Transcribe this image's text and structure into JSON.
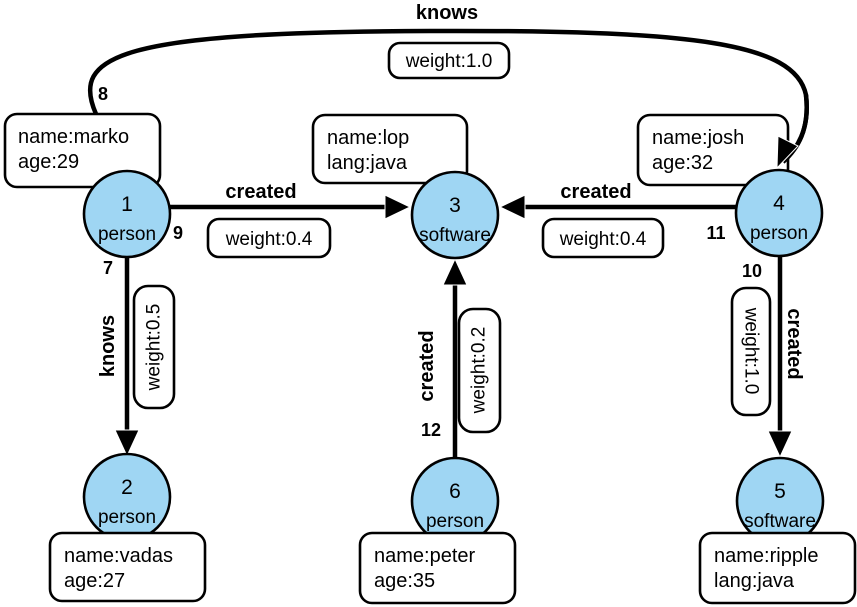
{
  "diagram": {
    "title_hint": "property graph",
    "colors": {
      "vertex_fill": "#9FD6F3",
      "stroke": "#000000",
      "box_fill": "#FFFFFF"
    },
    "vertices": [
      {
        "id": "1",
        "type": "person",
        "props": {
          "line1": "name:marko",
          "line2": "age:29"
        }
      },
      {
        "id": "2",
        "type": "person",
        "props": {
          "line1": "name:vadas",
          "line2": "age:27"
        }
      },
      {
        "id": "3",
        "type": "software",
        "props": {
          "line1": "name:lop",
          "line2": "lang:java"
        }
      },
      {
        "id": "4",
        "type": "person",
        "props": {
          "line1": "name:josh",
          "line2": "age:32"
        }
      },
      {
        "id": "5",
        "type": "software",
        "props": {
          "line1": "name:ripple",
          "line2": "lang:java"
        }
      },
      {
        "id": "6",
        "type": "person",
        "props": {
          "line1": "name:peter",
          "line2": "age:35"
        }
      }
    ],
    "edges": [
      {
        "id": "8",
        "label": "knows",
        "weight": "weight:1.0",
        "from": "1",
        "to": "4"
      },
      {
        "id": "9",
        "label": "created",
        "weight": "weight:0.4",
        "from": "1",
        "to": "3"
      },
      {
        "id": "11",
        "label": "created",
        "weight": "weight:0.4",
        "from": "4",
        "to": "3"
      },
      {
        "id": "7",
        "label": "knows",
        "weight": "weight:0.5",
        "from": "1",
        "to": "2"
      },
      {
        "id": "12",
        "label": "created",
        "weight": "weight:0.2",
        "from": "6",
        "to": "3"
      },
      {
        "id": "10",
        "label": "created",
        "weight": "weight:1.0",
        "from": "4",
        "to": "5"
      }
    ]
  }
}
